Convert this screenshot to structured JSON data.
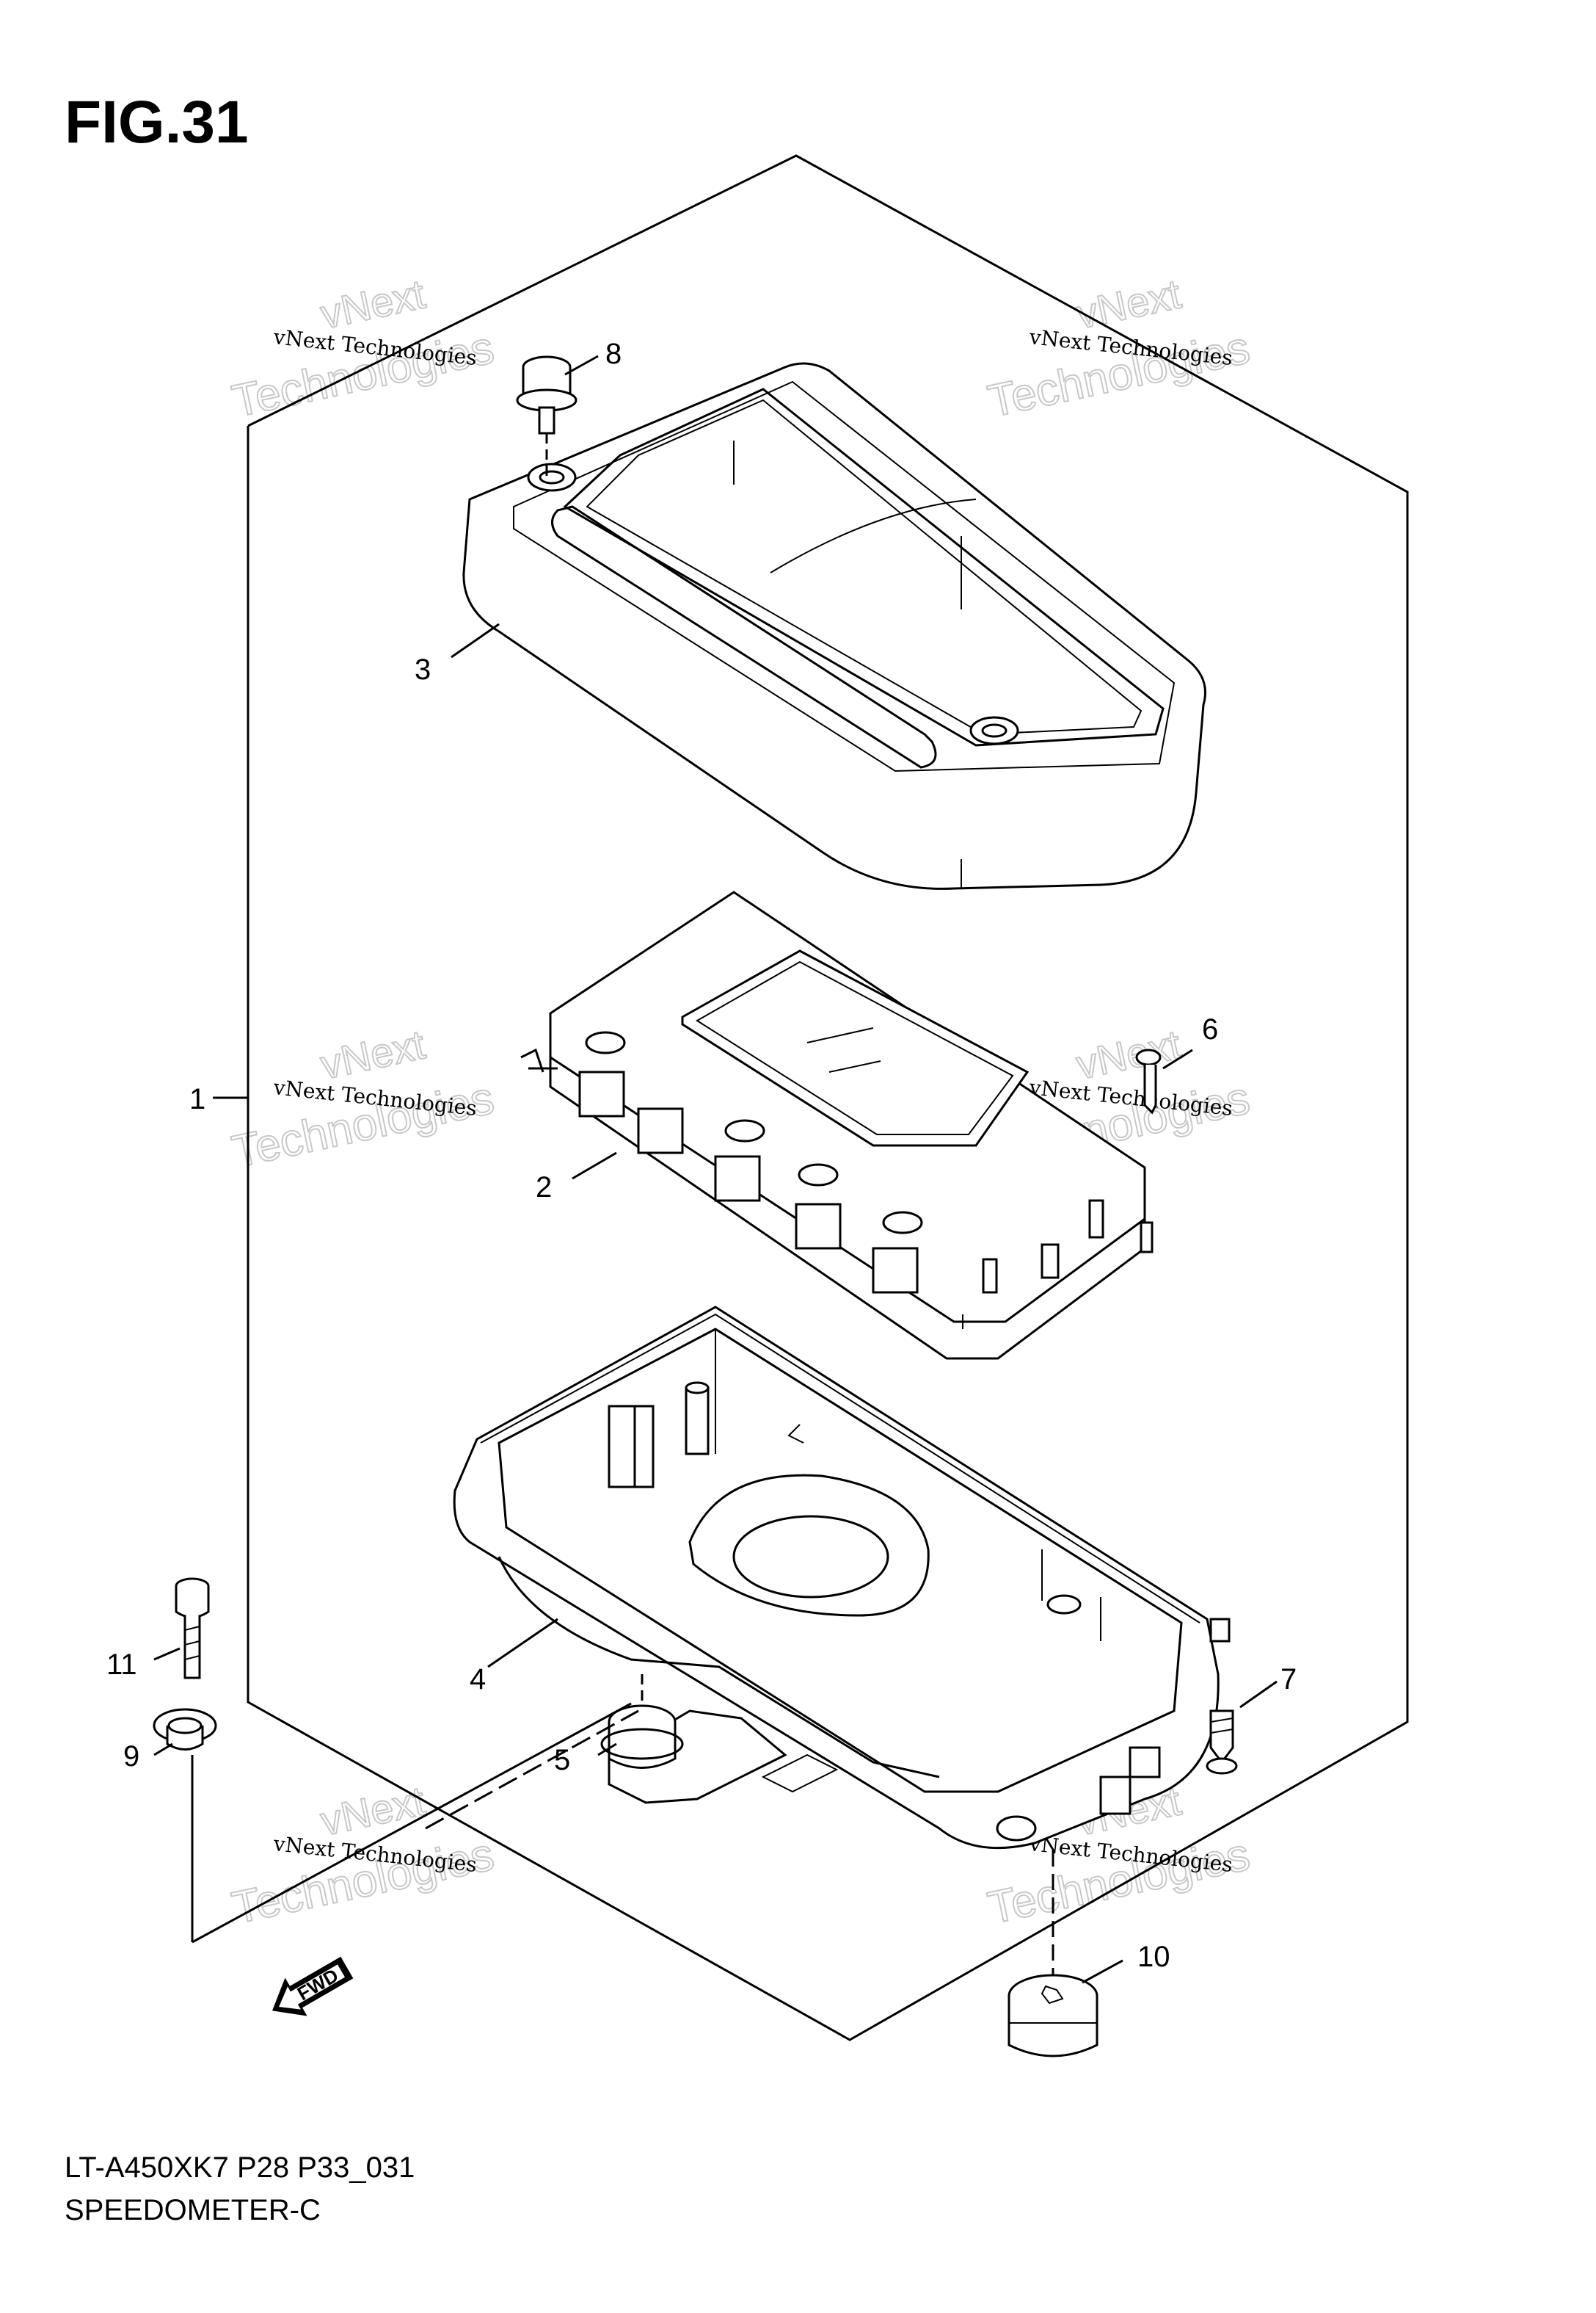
{
  "figure": {
    "title": "FIG.31",
    "model_code": "LT-A450XK7 P28 P33_031",
    "assembly_name": "SPEEDOMETER-C"
  },
  "callouts": [
    {
      "num": "1"
    },
    {
      "num": "2"
    },
    {
      "num": "3"
    },
    {
      "num": "4"
    },
    {
      "num": "5"
    },
    {
      "num": "6"
    },
    {
      "num": "7"
    },
    {
      "num": "8"
    },
    {
      "num": "9"
    },
    {
      "num": "10"
    },
    {
      "num": "11"
    }
  ],
  "watermark": {
    "line1": "vNext Technologies",
    "line2a": "vNext",
    "line2b": "Technologies"
  },
  "direction_arrow": {
    "label": "FWD"
  },
  "colors": {
    "ink": "#000000",
    "watermark": "#c8c8c8"
  }
}
